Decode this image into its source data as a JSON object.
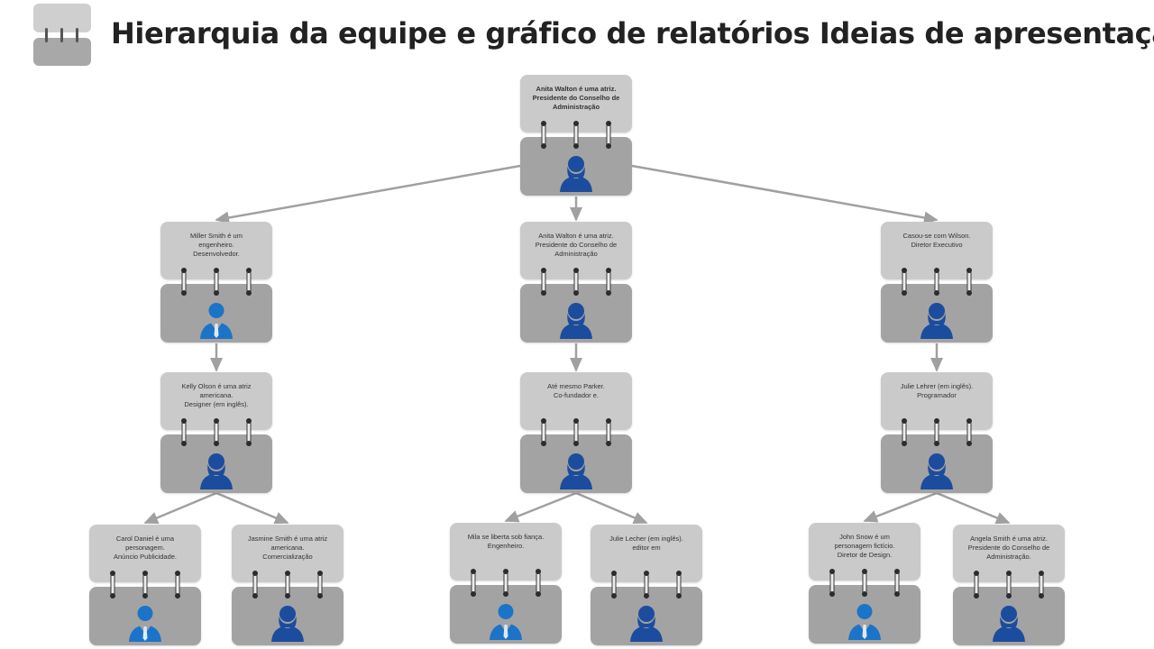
{
  "header": {
    "title": "Hierarquia da equipe e gráfico de relatórios Ideias de apresentação."
  },
  "colors": {
    "card_top": "#cacaca",
    "card_bottom": "#a3a3a3",
    "connector": "#a0a0a0",
    "female_icon": "#1c4c9e",
    "male_icon": "#1b74c7"
  },
  "nodes": [
    {
      "id": "root",
      "label": "Anita Walton é uma atriz.\nPresidente do Conselho de\nAdministração",
      "icon": "female-person-icon"
    },
    {
      "id": "l1-left",
      "label": "Miller Smith é um\nengenheiro.\nDesenvolvedor.",
      "icon": "male-person-icon"
    },
    {
      "id": "l1-mid",
      "label": "Anita Walton é uma atriz.\nPresidente do Conselho de\nAdministração",
      "icon": "female-person-icon"
    },
    {
      "id": "l1-right",
      "label": "Casou-se com Wilson.\nDiretor Executivo",
      "icon": "female-person-icon"
    },
    {
      "id": "l2-left",
      "label": "Kelly Olson é uma atriz\namericana.\nDesigner (em inglês).",
      "icon": "female-person-icon"
    },
    {
      "id": "l2-mid",
      "label": "Até mesmo Parker.\nCo-fundador e.",
      "icon": "female-person-icon"
    },
    {
      "id": "l2-right",
      "label": "Julie Lehrer (em inglês).\nProgramador",
      "icon": "female-person-icon"
    },
    {
      "id": "l3-1",
      "label": "Carol Daniel é uma\npersonagem.\nAnúncio Publicidade.",
      "icon": "male-person-icon"
    },
    {
      "id": "l3-2",
      "label": "Jasmine Smith é uma atriz\namericana.\nComercialização",
      "icon": "female-person-icon"
    },
    {
      "id": "l3-3",
      "label": "Mila se liberta sob fiança.\nEngenheiro.",
      "icon": "male-person-icon"
    },
    {
      "id": "l3-4",
      "label": "Julie Lecher (em inglês).\neditor em",
      "icon": "female-person-icon"
    },
    {
      "id": "l3-5",
      "label": "John Snow é um\npersonagem fictício.\nDiretor de Design.",
      "icon": "male-person-icon"
    },
    {
      "id": "l3-6",
      "label": "Angela Smith é uma atriz.\nPresidente do Conselho de\nAdministração.",
      "icon": "female-person-icon"
    }
  ],
  "edges": [
    [
      "root",
      "l1-left"
    ],
    [
      "root",
      "l1-mid"
    ],
    [
      "root",
      "l1-right"
    ],
    [
      "l1-left",
      "l2-left"
    ],
    [
      "l1-mid",
      "l2-mid"
    ],
    [
      "l1-right",
      "l2-right"
    ],
    [
      "l2-left",
      "l3-1"
    ],
    [
      "l2-left",
      "l3-2"
    ],
    [
      "l2-mid",
      "l3-3"
    ],
    [
      "l2-mid",
      "l3-4"
    ],
    [
      "l2-right",
      "l3-5"
    ],
    [
      "l2-right",
      "l3-6"
    ]
  ]
}
